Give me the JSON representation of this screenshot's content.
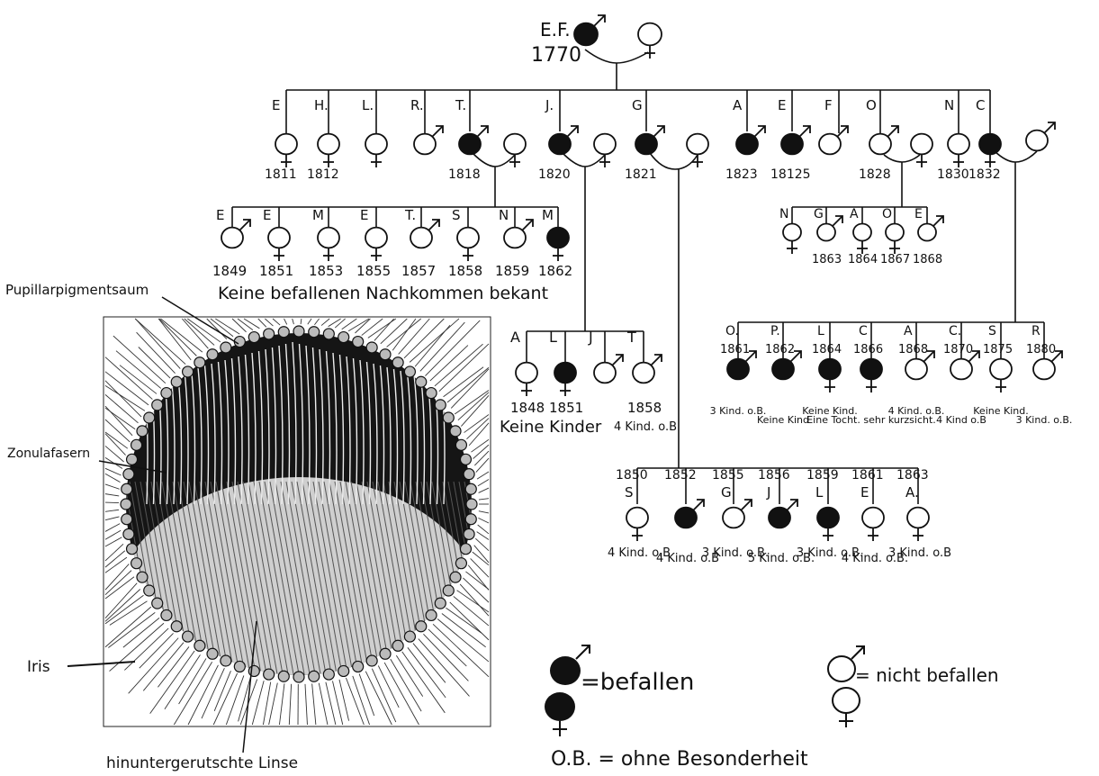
{
  "figure": {
    "progenitor": {
      "name": "E.F.",
      "year": "1770",
      "sex": "male",
      "affected": true
    },
    "progenitor_spouse": {
      "sex": "female",
      "affected": false
    },
    "generation2": [
      {
        "name": "E",
        "year": "1811",
        "sex": "female",
        "affected": false
      },
      {
        "name": "H.",
        "year": "1812",
        "sex": "female",
        "affected": false
      },
      {
        "name": "L.",
        "year": "",
        "sex": "female",
        "affected": false
      },
      {
        "name": "R.",
        "year": "",
        "sex": "male",
        "affected": false
      },
      {
        "name": "T.",
        "year": "1818",
        "sex": "male",
        "affected": true,
        "spouse": "female"
      },
      {
        "name": "J.",
        "year": "1820",
        "sex": "male",
        "affected": true,
        "spouse": "female"
      },
      {
        "name": "G",
        "year": "1821",
        "sex": "male",
        "affected": true,
        "spouse": "female"
      },
      {
        "name": "A",
        "year": "1823",
        "sex": "male",
        "affected": true
      },
      {
        "name": "E",
        "year": "18125",
        "sex": "male",
        "affected": true
      },
      {
        "name": "F",
        "year": "",
        "sex": "male",
        "affected": false
      },
      {
        "name": "O",
        "year": "1828",
        "sex": "male",
        "affected": false,
        "spouse": "female"
      },
      {
        "name": "N",
        "year": "1830",
        "sex": "female",
        "affected": false
      },
      {
        "name": "C",
        "year": "1832",
        "sex": "female",
        "affected": true,
        "spouse": "male"
      }
    ],
    "children_T": [
      {
        "name": "E",
        "year": "1849",
        "sex": "male",
        "affected": false
      },
      {
        "name": "E",
        "year": "1851",
        "sex": "female",
        "affected": false
      },
      {
        "name": "M",
        "year": "1853",
        "sex": "female",
        "affected": false
      },
      {
        "name": "E",
        "year": "1855",
        "sex": "female",
        "affected": false
      },
      {
        "name": "T.",
        "year": "1857",
        "sex": "male",
        "affected": false
      },
      {
        "name": "S",
        "year": "1858",
        "sex": "female",
        "affected": false
      },
      {
        "name": "N",
        "year": "1859",
        "sex": "male",
        "affected": false
      },
      {
        "name": "M",
        "year": "1862",
        "sex": "female",
        "affected": true
      }
    ],
    "note_T": "Keine befallenen Nachkommen bekant",
    "children_O": [
      {
        "name": "N",
        "year": "",
        "sex": "female",
        "affected": false
      },
      {
        "name": "G",
        "year": "1863",
        "sex": "male",
        "affected": false
      },
      {
        "name": "A",
        "year": "1864",
        "sex": "female",
        "affected": false
      },
      {
        "name": "O",
        "year": "1867",
        "sex": "female",
        "affected": false
      },
      {
        "name": "E",
        "year": "1868",
        "sex": "male",
        "affected": false
      }
    ],
    "children_J": [
      {
        "name": "A",
        "year": "1848",
        "sex": "female",
        "affected": false,
        "note": ""
      },
      {
        "name": "L",
        "year": "1851",
        "sex": "female",
        "affected": true,
        "note": ""
      },
      {
        "name": "J",
        "year": "",
        "sex": "male",
        "affected": false,
        "note": ""
      },
      {
        "name": "T",
        "year": "1858",
        "sex": "male",
        "affected": false,
        "note": "4 Kind. o.B"
      }
    ],
    "note_J": "Keine Kinder",
    "children_C": [
      {
        "name": "O.",
        "year": "1861",
        "sex": "male",
        "affected": true,
        "note": "3 Kind. o.B."
      },
      {
        "name": "P.",
        "year": "1862",
        "sex": "male",
        "affected": true,
        "note": "Keine Kind"
      },
      {
        "name": "L",
        "year": "1864",
        "sex": "female",
        "affected": true,
        "note": "Keine Kind."
      },
      {
        "name": "C",
        "year": "1866",
        "sex": "female",
        "affected": true,
        "note": "Eine Tocht. sehr kurzsicht."
      },
      {
        "name": "A",
        "year": "1868",
        "sex": "male",
        "affected": false,
        "note": "4 Kind. o.B."
      },
      {
        "name": "C.",
        "year": "1870",
        "sex": "male",
        "affected": false,
        "note": "4 Kind o.B"
      },
      {
        "name": "S",
        "year": "1875",
        "sex": "female",
        "affected": false,
        "note": "Keine Kind."
      },
      {
        "name": "R",
        "year": "1880",
        "sex": "male",
        "affected": false,
        "note": "3 Kind. o.B."
      }
    ],
    "children_G": [
      {
        "name": "S",
        "year": "1850",
        "sex": "female",
        "affected": false,
        "note": "4 Kind. o.B"
      },
      {
        "name": "",
        "year": "1852",
        "sex": "male",
        "affected": true,
        "note": "4 Kind. o.B"
      },
      {
        "name": "G",
        "year": "1855",
        "sex": "male",
        "affected": false,
        "note": "3 Kind. o.B."
      },
      {
        "name": "J",
        "year": "1856",
        "sex": "male",
        "affected": true,
        "note": "5 Kind. o.B."
      },
      {
        "name": "L",
        "year": "1859",
        "sex": "female",
        "affected": true,
        "note": "3 Kind. o.B."
      },
      {
        "name": "E",
        "year": "1861",
        "sex": "female",
        "affected": false,
        "note": "4 Kind. o.B."
      },
      {
        "name": "A.",
        "year": "1863",
        "sex": "female",
        "affected": false,
        "note": "3 Kind. o.B"
      }
    ],
    "legend": {
      "affected_label": "=befallen",
      "not_affected_label": "= nicht befallen",
      "abbreviation": "O.B. = ohne Besonderheit"
    },
    "eye_labels": {
      "pupillary_margin": "Pupillarpigmentsaum",
      "zonular_fibers": "Zonulafasern",
      "iris": "Iris",
      "lens": "hinuntergerutschte Linse"
    },
    "colors": {
      "ink": "#111111",
      "paper": "#ffffff",
      "lens": "#d8d8d8",
      "pupil": "#1a1a1a"
    }
  }
}
